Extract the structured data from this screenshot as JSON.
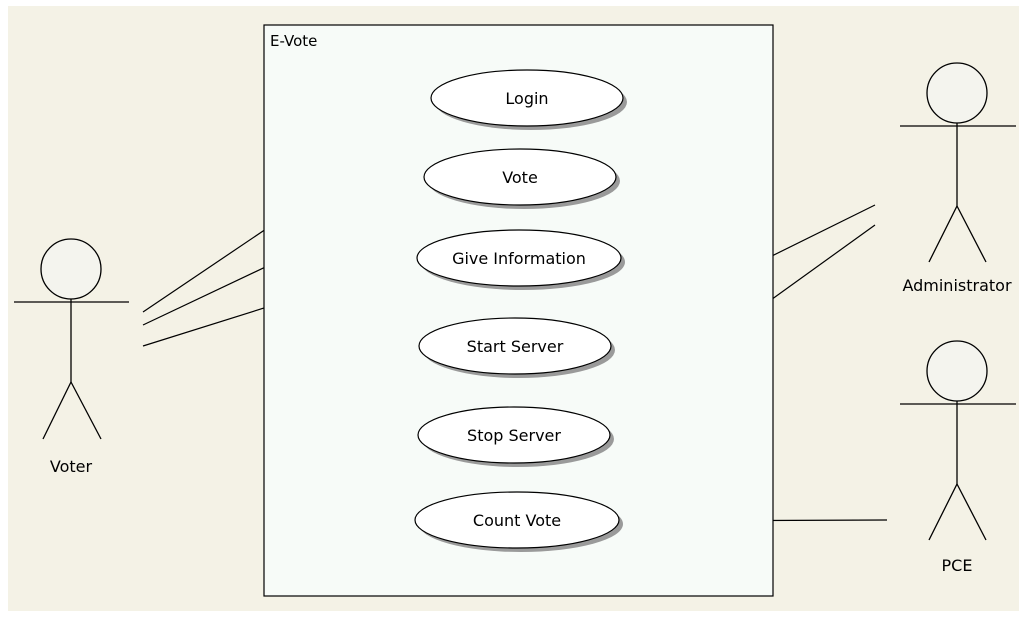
{
  "system": {
    "name": "E-Vote"
  },
  "use_cases": [
    {
      "id": "login",
      "label": "Login"
    },
    {
      "id": "vote",
      "label": "Vote"
    },
    {
      "id": "give-information",
      "label": "Give Information"
    },
    {
      "id": "start-server",
      "label": "Start Server"
    },
    {
      "id": "stop-server",
      "label": "Stop Server"
    },
    {
      "id": "count-vote",
      "label": "Count Vote"
    }
  ],
  "actors": [
    {
      "id": "voter",
      "label": "Voter"
    },
    {
      "id": "administrator",
      "label": "Administrator"
    },
    {
      "id": "pce",
      "label": "PCE"
    }
  ],
  "associations": [
    {
      "actor": "voter",
      "use_case": "login"
    },
    {
      "actor": "voter",
      "use_case": "vote"
    },
    {
      "actor": "voter",
      "use_case": "give-information"
    },
    {
      "actor": "administrator",
      "use_case": "start-server"
    },
    {
      "actor": "administrator",
      "use_case": "stop-server"
    },
    {
      "actor": "pce",
      "use_case": "count-vote"
    }
  ],
  "colors": {
    "background": "#f4f2e6",
    "system_fill": "#f7fbf8",
    "use_case_fill": "#ffffff",
    "shadow": "#9a9a9a",
    "stroke": "#000000",
    "actor_head_fill": "#f4f4ee"
  }
}
